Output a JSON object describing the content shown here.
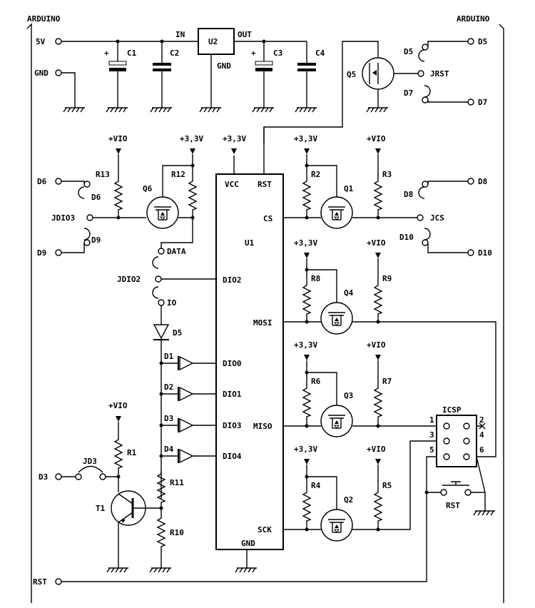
{
  "headers": {
    "left": "ARDUINO",
    "right": "ARDUINO"
  },
  "power": {
    "v5": "5V",
    "gnd": "GND",
    "rst": "RST",
    "in": "IN",
    "out": "OUT",
    "u2": "U2",
    "u2gnd": "GND",
    "vcc": "VCC",
    "rstpin": "RST",
    "u1gnd": "GND"
  },
  "caps": {
    "c1": "C1",
    "c2": "C2",
    "c3": "C3",
    "c4": "C4",
    "plus": "+"
  },
  "u1": {
    "name": "U1",
    "cs": "CS",
    "mosi": "MOSI",
    "miso": "MISO",
    "sck": "SCK",
    "dio2": "DIO2",
    "dio0": "DIO0",
    "dio1": "DIO1",
    "dio3": "DIO3",
    "dio4": "DIO4"
  },
  "supply": {
    "vio": "+VIO",
    "v33": "+3,3V"
  },
  "res": {
    "r1": "R1",
    "r2": "R2",
    "r3": "R3",
    "r4": "R4",
    "r5": "R5",
    "r6": "R6",
    "r7": "R7",
    "r8": "R8",
    "r9": "R9",
    "r10": "R10",
    "r11": "R11",
    "r12": "R12",
    "r13": "R13"
  },
  "fets": {
    "q1": "Q1",
    "q2": "Q2",
    "q3": "Q3",
    "q4": "Q4",
    "q5": "Q5",
    "q6": "Q6",
    "t1": "T1"
  },
  "diodes": {
    "d1": "D1",
    "d2": "D2",
    "d3": "D3",
    "d4": "D4",
    "d5": "D5"
  },
  "jumpers": {
    "jrst": "JRST",
    "jcs": "JCS",
    "jdio3": "JDIO3",
    "jdio2": "JDIO2",
    "jd3": "JD3",
    "data": "DATA",
    "io": "IO"
  },
  "pins": {
    "d5": "D5",
    "d7": "D7",
    "d8": "D8",
    "d10": "D10",
    "d6": "D6",
    "d9": "D9",
    "d3": "D3"
  },
  "icsp": {
    "label": "ICSP",
    "p1": "1",
    "p2": "2",
    "p3": "3",
    "p4": "4",
    "p5": "5",
    "p6": "6",
    "rst": "RST"
  }
}
